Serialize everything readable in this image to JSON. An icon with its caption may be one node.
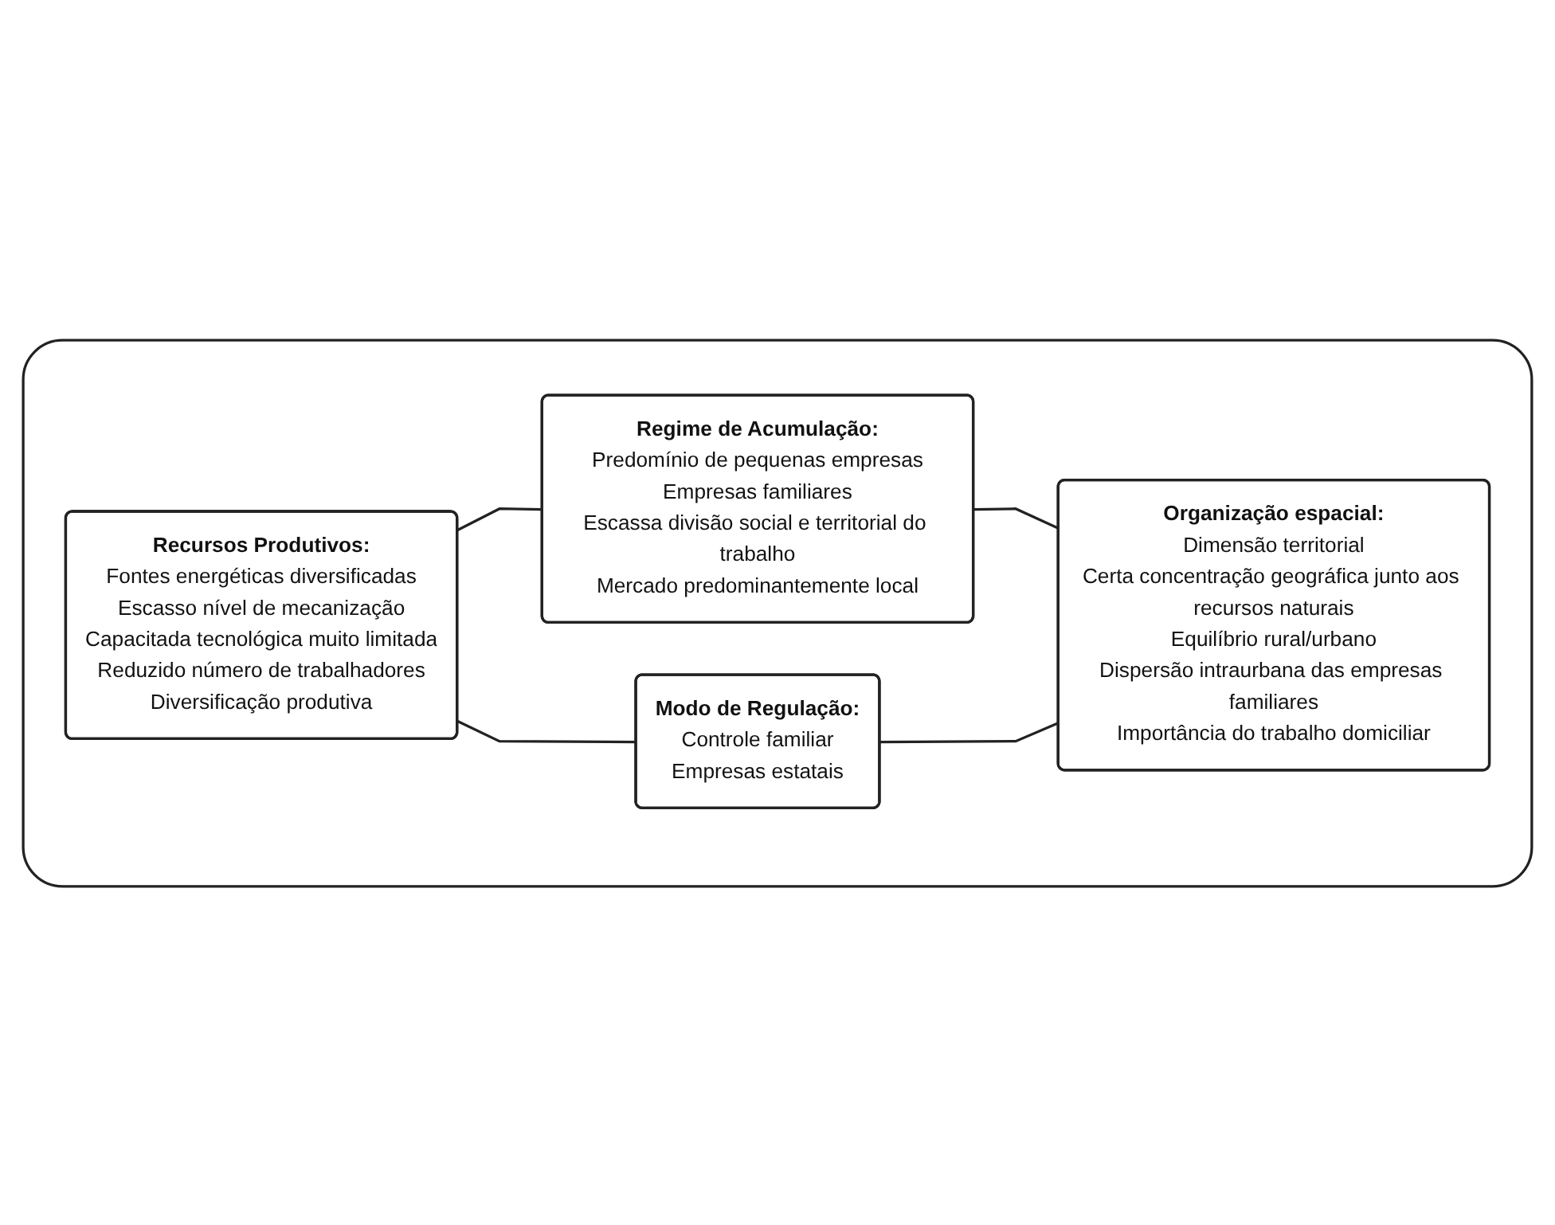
{
  "diagram": {
    "nodes": [
      {
        "text": [],
        "shape": "box"
      },
      {
        "text": [
          "Recursos Produtivos:",
          "Fontes energéticas diversificadas",
          "Escasso nível de mecanização",
          "Capacitada tecnológica muito limitada",
          "Reduzido número de trabalhadores",
          "Diversificação produtiva"
        ],
        "in": 0
      },
      {
        "text": [
          "Regime de Acumulação:",
          "Predomínio de pequenas empresas",
          "Empresas familiares",
          "Escassa divisão social e territorial do trabalho",
          "Mercado predominantemente local"
        ],
        "in": 0
      },
      {
        "text": [
          "Modo de Regulação:",
          "Controle familiar",
          "Empresas estatais"
        ],
        "in": 0
      },
      {
        "text": [
          "Organização espacial:",
          "Dimensão territorial",
          "Certa concentração geográfica junto aos recursos naturais",
          "Equilíbrio rural/urbano",
          "Dispersão intraurbana das empresas familiares",
          "Importância do trabalho domiciliar"
        ],
        "in": 0
      }
    ],
    "edges": [
      {
        "from": 1,
        "to": 2,
        "arrow": "none"
      },
      {
        "from": 1,
        "to": 3,
        "arrow": "none"
      },
      {
        "from": 2,
        "to": 4,
        "arrow": "none"
      },
      {
        "from": 3,
        "to": 4,
        "arrow": "none"
      }
    ]
  }
}
